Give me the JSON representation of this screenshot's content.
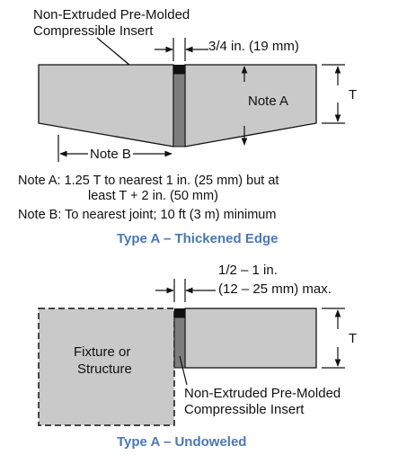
{
  "diagram_a": {
    "insert_label_line1": "Non-Extruded Pre-Molded",
    "insert_label_line2": "Compressible Insert",
    "width_label": "3/4 in. (19 mm)",
    "note_a_label": "Note A",
    "note_b_label": "Note B",
    "thickness_label": "T",
    "note_a_text_line1": "Note A: 1.25 T to nearest 1 in. (25 mm) but at",
    "note_a_text_line2": "least T + 2 in. (50 mm)",
    "note_b_text": "Note B: To nearest joint; 10 ft (3 m) minimum",
    "caption": "Type A – Thickened Edge"
  },
  "diagram_b": {
    "width_label_line1": "1/2 – 1 in.",
    "width_label_line2": "(12 – 25 mm) max.",
    "fixture_label_line1": "Fixture or",
    "fixture_label_line2": "Structure",
    "thickness_label": "T",
    "insert_label_line1": "Non-Extruded Pre-Molded",
    "insert_label_line2": "Compressible Insert",
    "caption": "Type A – Undoweled"
  },
  "colors": {
    "slab_fill": "#c9c9c9",
    "insert_fill": "#7d7d7d",
    "sealant_fill": "#111111",
    "caption": "#4a78b8",
    "line": "#111111"
  }
}
